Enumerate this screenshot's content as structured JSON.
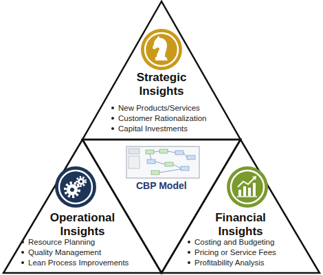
{
  "diagram": {
    "nodes": [
      {
        "text": [
          "Strategic Insights",
          "New Products/Services",
          "Customer Rationalization",
          "Capital Investments"
        ]
      },
      {
        "text": [
          "Operational Insights",
          "Resource Planning",
          "Quality Management",
          "Lean Process Improvements"
        ]
      },
      {
        "text": [
          "CBP Model"
        ]
      },
      {
        "text": [
          "Financial Insights",
          "Costing and Budgeting",
          "Pricing or Service Fees",
          "Profitability Analysis"
        ]
      }
    ]
  }
}
